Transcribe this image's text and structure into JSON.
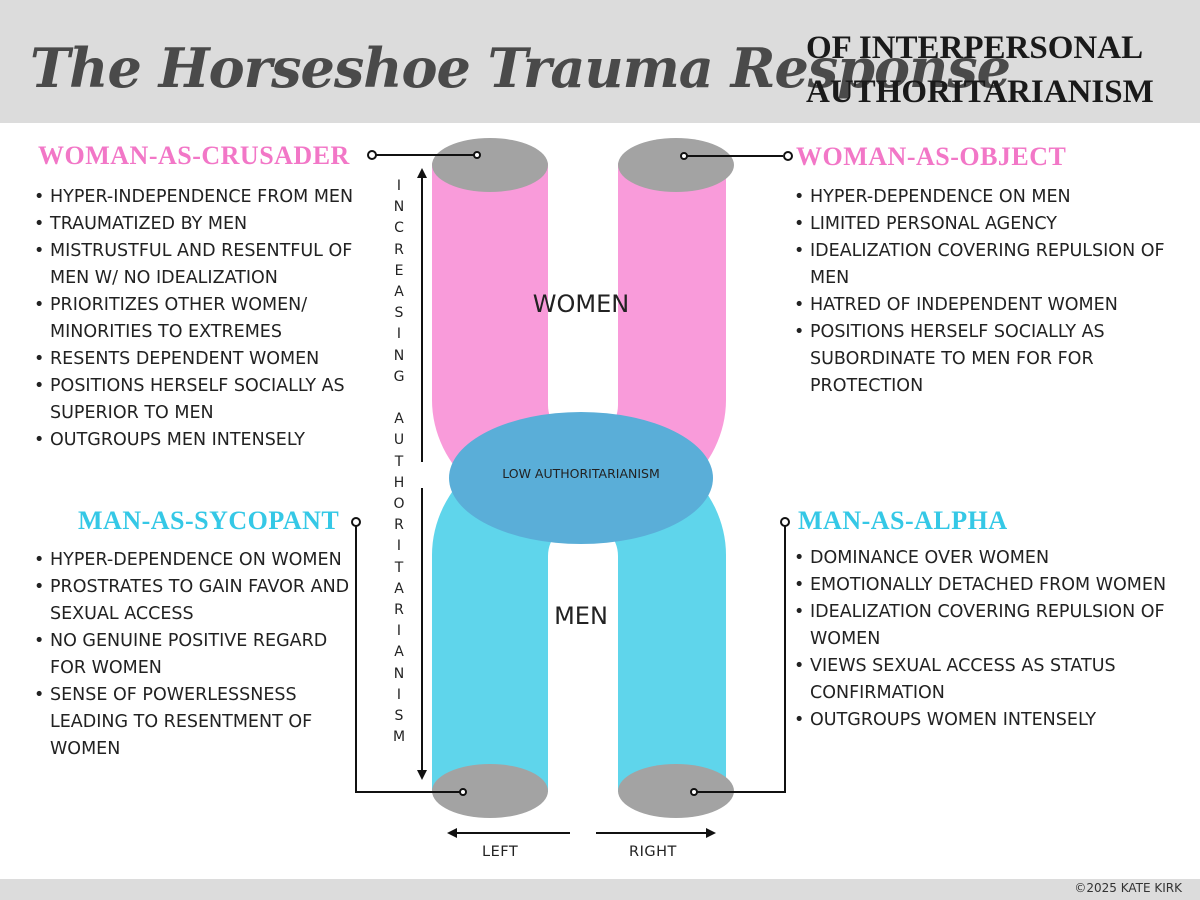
{
  "header": {
    "script_title": "The Horseshoe Trauma Response",
    "title_line1": "OF INTERPERSONAL",
    "title_line2": "AUTHORITARIANISM"
  },
  "quadrants": {
    "woman_crusader": {
      "heading": "WOMAN-AS-CRUSADER",
      "items": [
        "HYPER-INDEPENDENCE FROM MEN",
        "TRAUMATIZED BY MEN",
        "MISTRUSTFUL AND RESENTFUL OF MEN W/ NO IDEALIZATION",
        "PRIORITIZES OTHER WOMEN/ MINORITIES TO EXTREMES",
        "RESENTS DEPENDENT WOMEN",
        "POSITIONS HERSELF SOCIALLY AS SUPERIOR TO MEN",
        "OUTGROUPS MEN INTENSELY"
      ]
    },
    "woman_object": {
      "heading": "WOMAN-AS-OBJECT",
      "items": [
        "HYPER-DEPENDENCE ON MEN",
        "LIMITED PERSONAL AGENCY",
        "IDEALIZATION COVERING REPULSION OF MEN",
        "HATRED OF INDEPENDENT WOMEN",
        "POSITIONS HERSELF SOCIALLY AS SUBORDINATE TO MEN FOR FOR PROTECTION"
      ]
    },
    "man_sycopant": {
      "heading": "MAN-AS-SYCOPANT",
      "items": [
        "HYPER-DEPENDENCE ON WOMEN",
        "PROSTRATES TO GAIN FAVOR AND SEXUAL ACCESS",
        "NO GENUINE POSITIVE REGARD FOR WOMEN",
        "SENSE OF POWERLESSNESS LEADING TO RESENTMENT OF WOMEN"
      ]
    },
    "man_alpha": {
      "heading": "MAN-AS-ALPHA",
      "items": [
        "DOMINANCE OVER WOMEN",
        "EMOTIONALLY DETACHED FROM WOMEN",
        "IDEALIZATION COVERING REPULSION OF WOMEN",
        "VIEWS SEXUAL ACCESS AS STATUS CONFIRMATION",
        "OUTGROUPS WOMEN INTENSELY"
      ]
    }
  },
  "diagram": {
    "women_label": "WOMEN",
    "men_label": "MEN",
    "center_label": "LOW AUTHORITARIANISM",
    "axis_label_line1": "INCREASING",
    "axis_label_line2": "AUTHORITARIANISM",
    "left_label": "LEFT",
    "right_label": "RIGHT"
  },
  "colors": {
    "pink": "#f99bda",
    "cyan": "#5fd5eb",
    "center": "#5aaed8",
    "cap": "#a3a3a3",
    "heading_pink": "#f277c7",
    "heading_cyan": "#35c8e6"
  },
  "footer": {
    "copyright": "©2025 KATE KIRK"
  }
}
